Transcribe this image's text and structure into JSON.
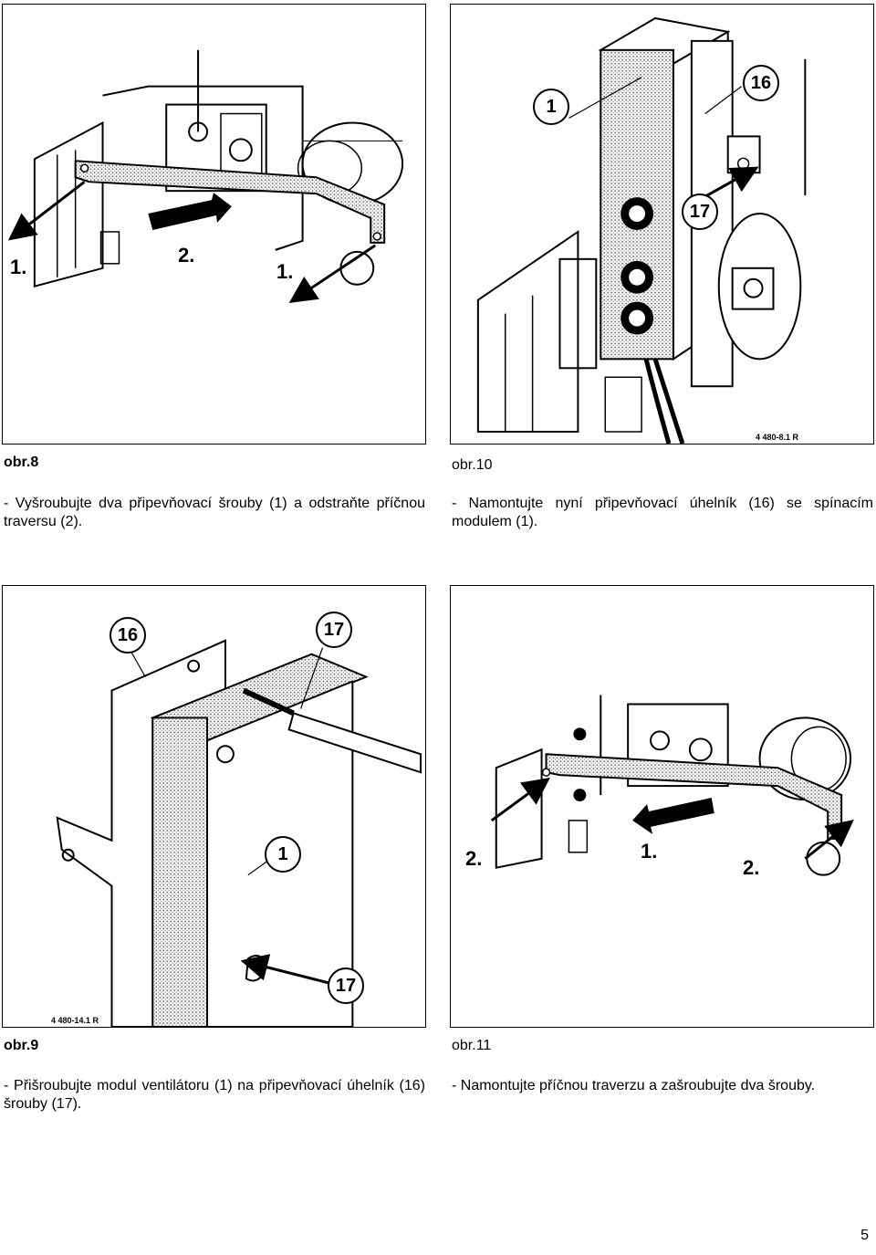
{
  "figures": [
    {
      "label": "obr.8",
      "caption": "- Vyšroubujte dva připevňovací šrouby (1) a odstraňte příčnou traversu (2).",
      "steps": [
        "1.",
        "2.",
        "1."
      ]
    },
    {
      "label": "obr.10",
      "caption": "- Namontujte nyní připevňovací úhelník (16) se spínacím modulem (1).",
      "ref": "4 480-8.1 R",
      "callouts": [
        "1",
        "16",
        "17"
      ]
    },
    {
      "label": "obr.9",
      "caption": "- Přišroubujte modul ventilátoru (1) na připevňovací úhelník (16) šrouby (17).",
      "ref": "4 480-14.1 R",
      "callouts": [
        "16",
        "17",
        "1",
        "17"
      ]
    },
    {
      "label": "obr.11",
      "caption": "- Namontujte příčnou traverzu a zašroubujte dva šrouby.",
      "steps": [
        "2.",
        "1.",
        "2."
      ]
    }
  ],
  "page_number": "5"
}
